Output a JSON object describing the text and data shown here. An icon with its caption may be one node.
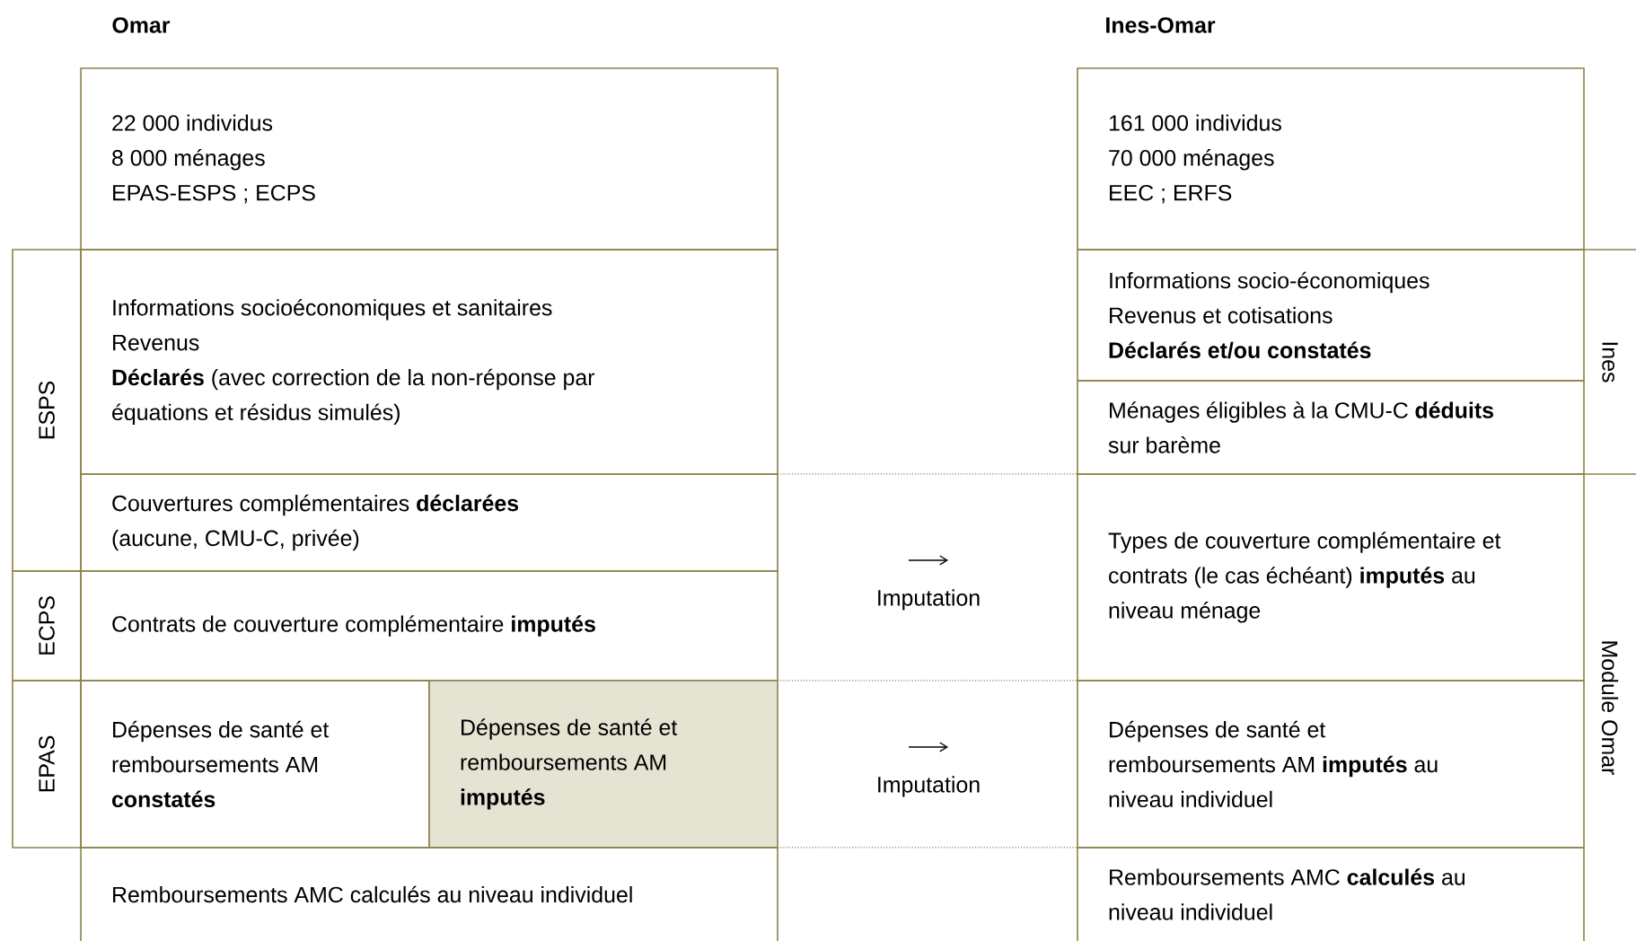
{
  "diagram": {
    "nodes": [
      {
        "text": [
          "22 000 individus",
          "8 000 ménages",
          "EPAS-ESPS ; ECPS"
        ]
      },
      {
        "text": [
          "ESPS"
        ]
      },
      {
        "text": [
          "Informations socioéconomiques et sanitaires",
          "Revenus",
          "**Déclarés** (avec correction de la non-réponse par équations et résidus simulés)"
        ]
      },
      {
        "text": [
          "Couvertures complémentaires **déclarées** (aucune, CMU-C, privée)"
        ]
      },
      {
        "text": [
          "ECPS"
        ]
      },
      {
        "text": [
          "Contrats de couverture complémentaire **imputés**"
        ]
      },
      {
        "text": [
          "EPAS"
        ]
      },
      {
        "text": [
          "Dépenses de santé et remboursements AM **constatés**"
        ]
      },
      {
        "text": [
          "Dépenses de santé et remboursements AM **imputés**"
        ]
      },
      {
        "text": [
          "Remboursements AMC calculés au niveau individuel"
        ]
      },
      {
        "text": [
          "161 000 individus",
          "70 000 ménages",
          "EEC ; ERFS"
        ]
      },
      {
        "text": [
          "Informations socio-économiques",
          "Revenus et cotisations",
          "Déclarés et/ou constatés"
        ]
      },
      {
        "text": [
          "Ménages éligibles à la CMU-C **déduits** sur barème"
        ]
      },
      {
        "text": [
          "Ines"
        ]
      },
      {
        "text": [
          "Types de couverture complémentaire et contrats (le cas échéant) **imputés** au niveau ménage"
        ]
      },
      {
        "text": [
          "Dépenses de santé et remboursements AM **imputés** au niveau individuel"
        ]
      },
      {
        "text": [
          "Remboursements AMC **calculés** au niveau individuel"
        ]
      },
      {
        "text": [
          "Module Omar"
        ]
      }
    ],
    "labels": [
      "Omar",
      "Ines-Omar",
      "Imputation",
      "Imputation"
    ]
  }
}
